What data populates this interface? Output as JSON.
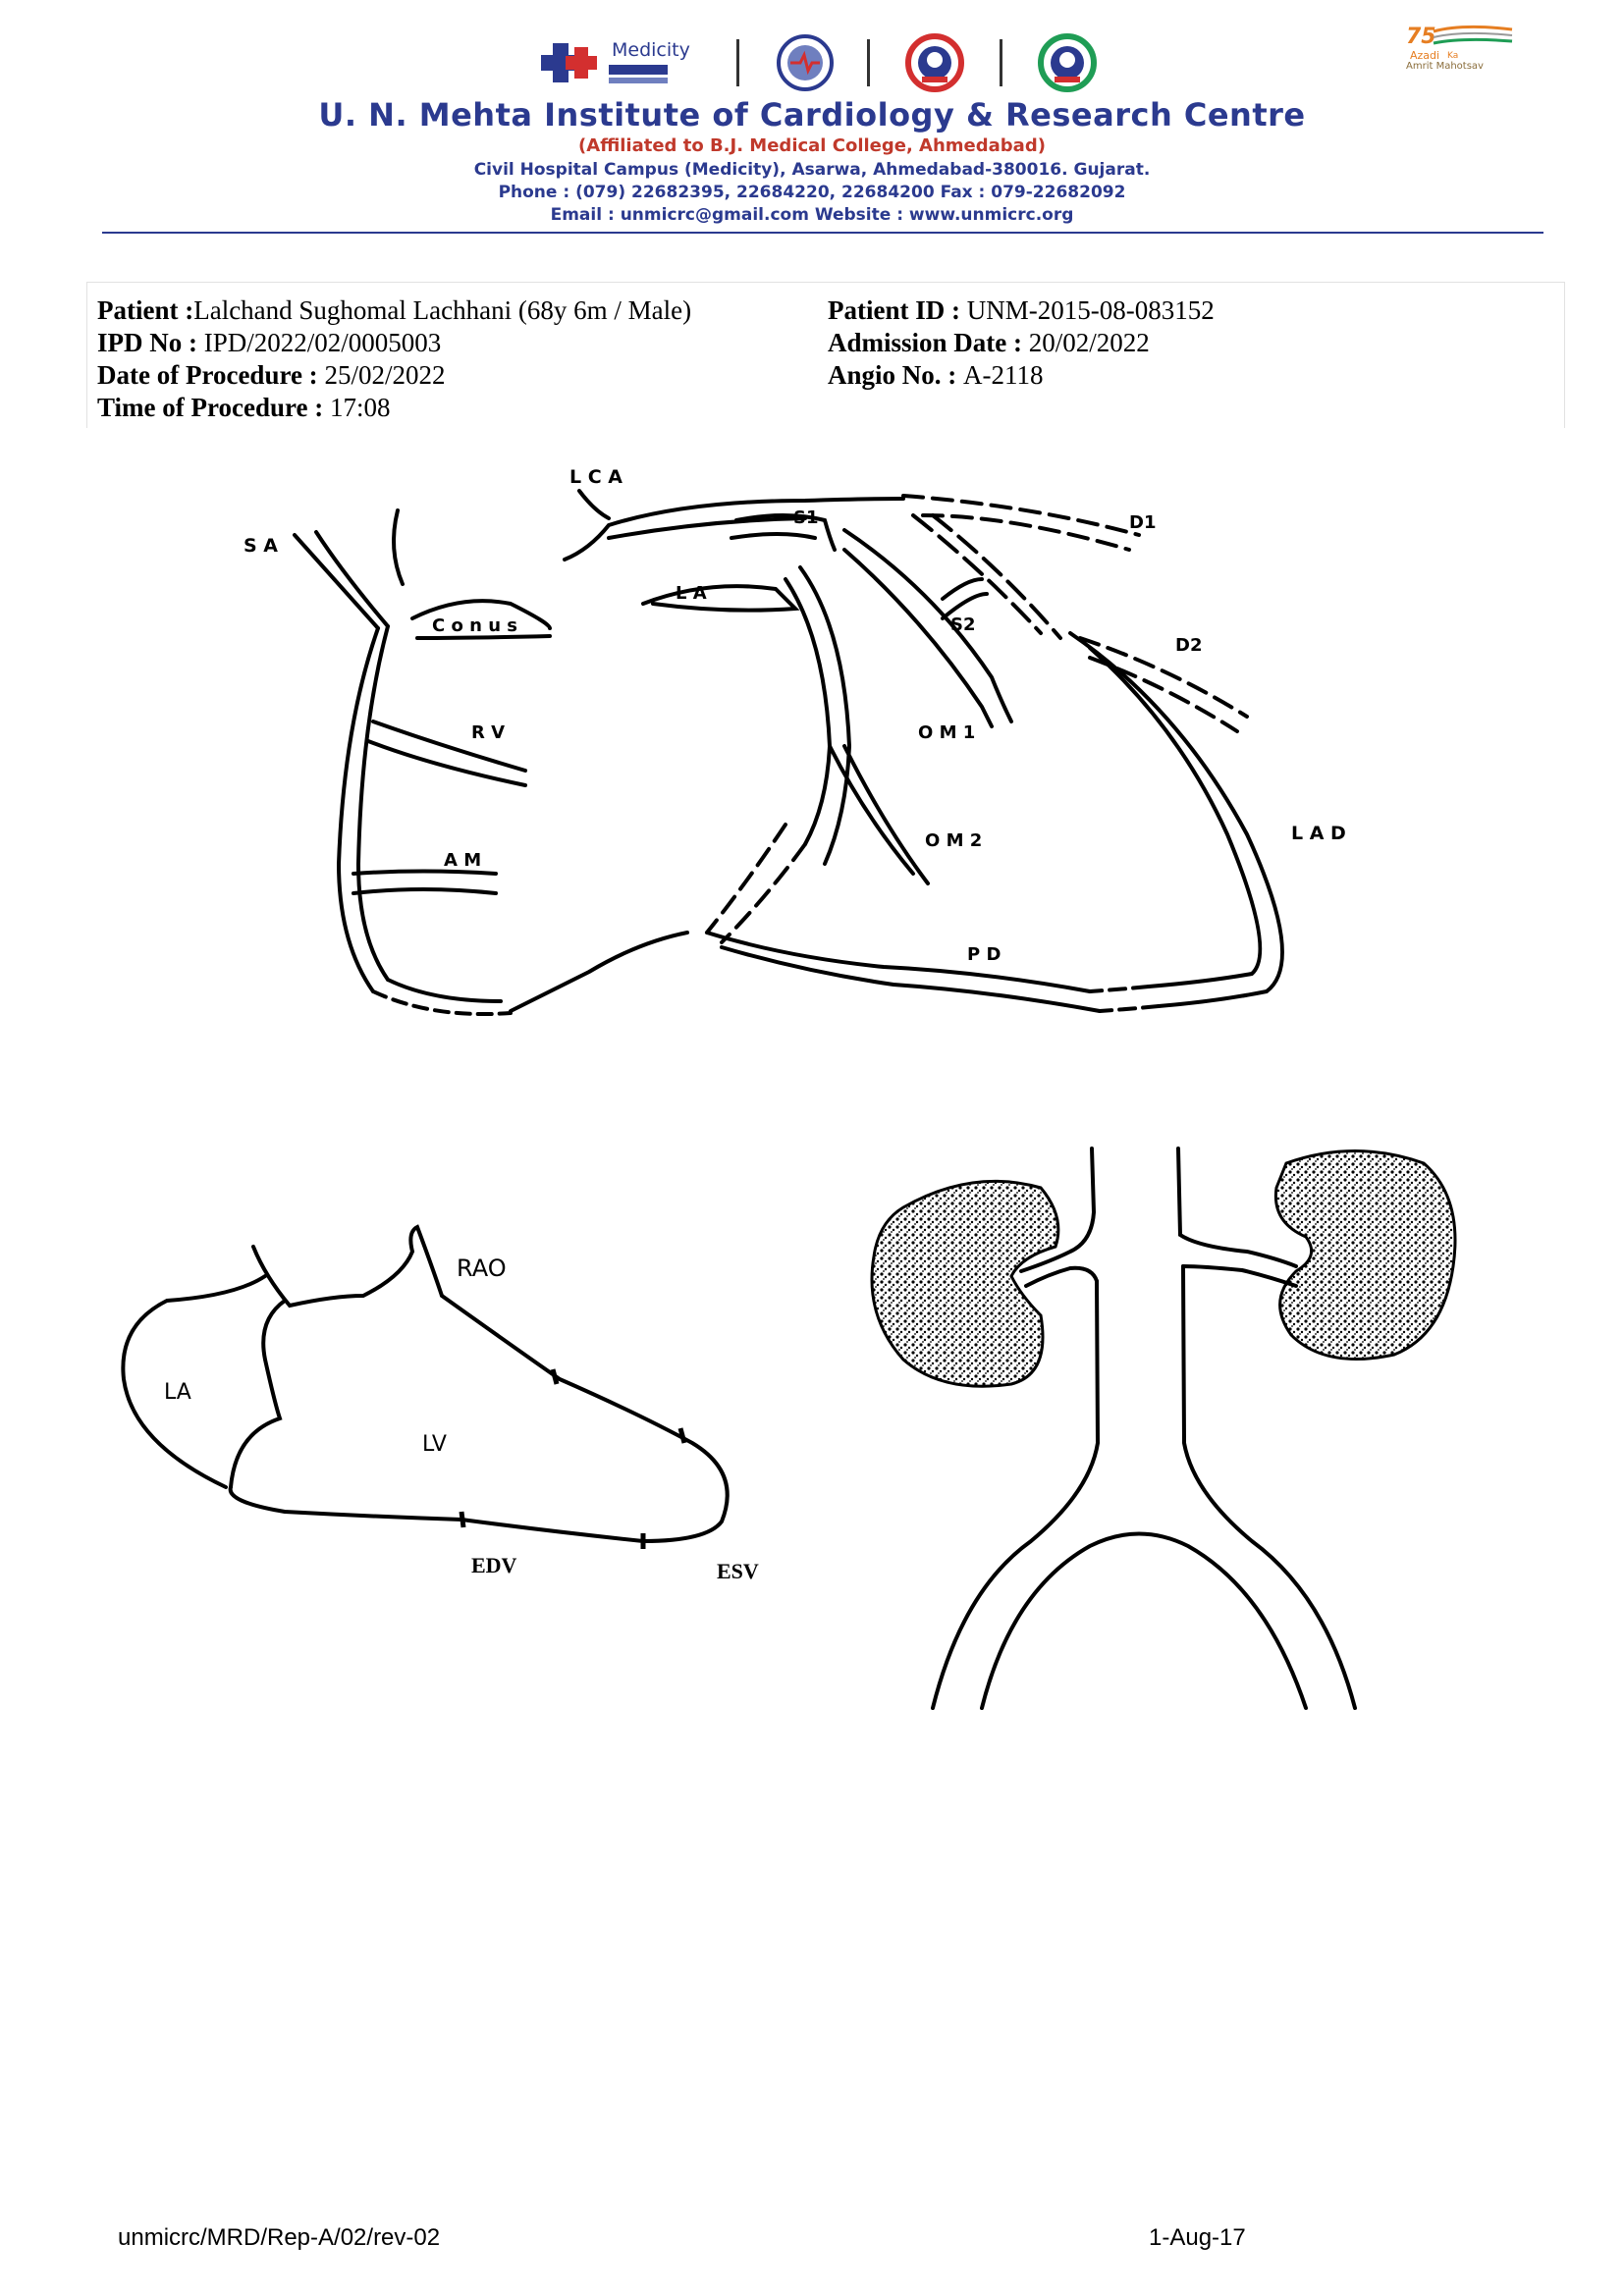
{
  "header": {
    "logos": {
      "medicity_text": "Medicity",
      "azadi_line1": "Azadi",
      "azadi_line2": "Ka",
      "azadi_line3": "Amrit Mahotsav"
    },
    "institute_name": "U. N.  Mehta Institute of Cardiology & Research Centre",
    "affiliation": "(Affiliated to B.J. Medical College, Ahmedabad)",
    "address": "Civil Hospital Campus (Medicity), Asarwa, Ahmedabad-380016. Gujarat.",
    "phone": "Phone : (079) 22682395, 22684220, 22684200 Fax : 079-22682092",
    "contact": "Email : unmicrc@gmail.com     Website : www.unmicrc.org",
    "colors": {
      "brand_blue": "#2b3a8f",
      "accent_red": "#c0392b"
    }
  },
  "patient": {
    "patient_label": "Patient :",
    "patient_value": "Lalchand Sughomal Lachhani (68y 6m / Male)",
    "ipd_label": "IPD No : ",
    "ipd_value": "IPD/2022/02/0005003",
    "dop_label": "Date of Procedure : ",
    "dop_value": "25/02/2022",
    "top_label": "Time of Procedure : ",
    "top_value": "17:08",
    "pid_label": "Patient ID : ",
    "pid_value": "UNM-2015-08-083152",
    "adm_label": "Admission Date : ",
    "adm_value": "20/02/2022",
    "angio_label": "Angio No. : ",
    "angio_value": "A-2118"
  },
  "coronary_diagram": {
    "labels": {
      "lca": "L C A",
      "sa": "S A",
      "s1": "S1",
      "d1": "D1",
      "la": "L A",
      "conus": "C o n u s",
      "s2": "S2",
      "d2": "D2",
      "rv": "R V",
      "om1": "O M 1",
      "om2": "O M 2",
      "am": "A M",
      "lad": "L A D",
      "pd": "P D"
    }
  },
  "ventricle_diagram": {
    "labels": {
      "rao": "RAO",
      "la": "LA",
      "lv": "LV",
      "edv": "EDV",
      "esv": "ESV"
    }
  },
  "footer": {
    "form_code": "unmicrc/MRD/Rep-A/02/rev-02",
    "date": "1-Aug-17"
  }
}
